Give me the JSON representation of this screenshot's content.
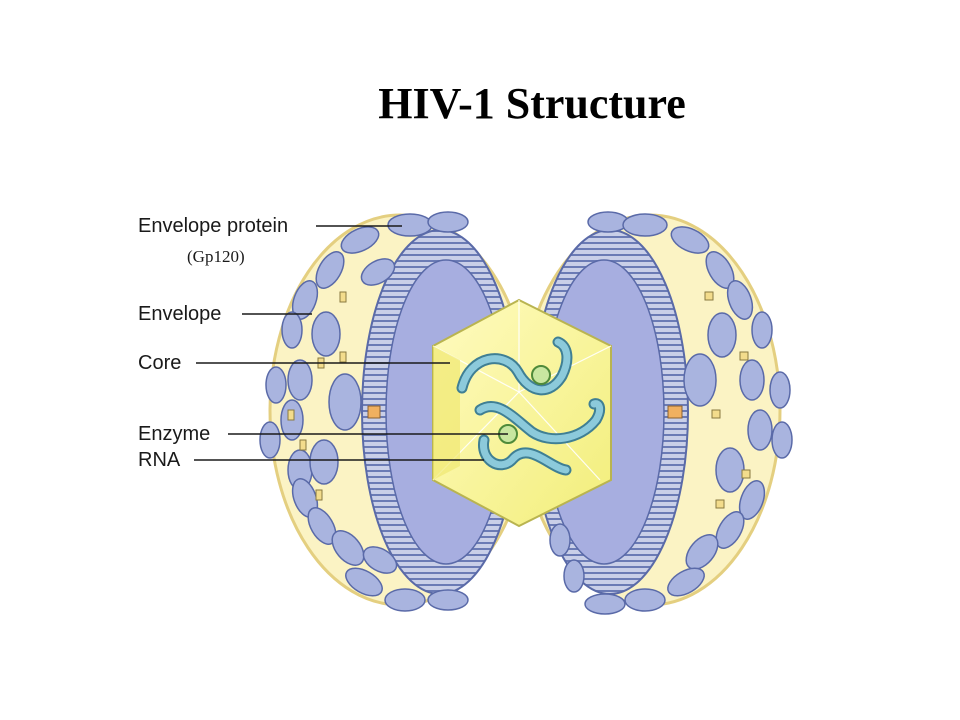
{
  "title": "HIV-1 Structure",
  "labels": {
    "envelope_protein": "Envelope protein",
    "gp120": "(Gp120)",
    "envelope": "Envelope",
    "core": "Core",
    "enzyme": "Enzyme",
    "rna": "RNA"
  },
  "colors": {
    "envelope_fill": "#fbf3c4",
    "outer_rim": "#f3dc8c",
    "spike": "#a9b4df",
    "spike_stroke": "#5a6aa8",
    "membrane": "#8a9ac8",
    "inner": "#a7aee0",
    "core": "#f8f49a",
    "rna": "#86bcd0"
  }
}
